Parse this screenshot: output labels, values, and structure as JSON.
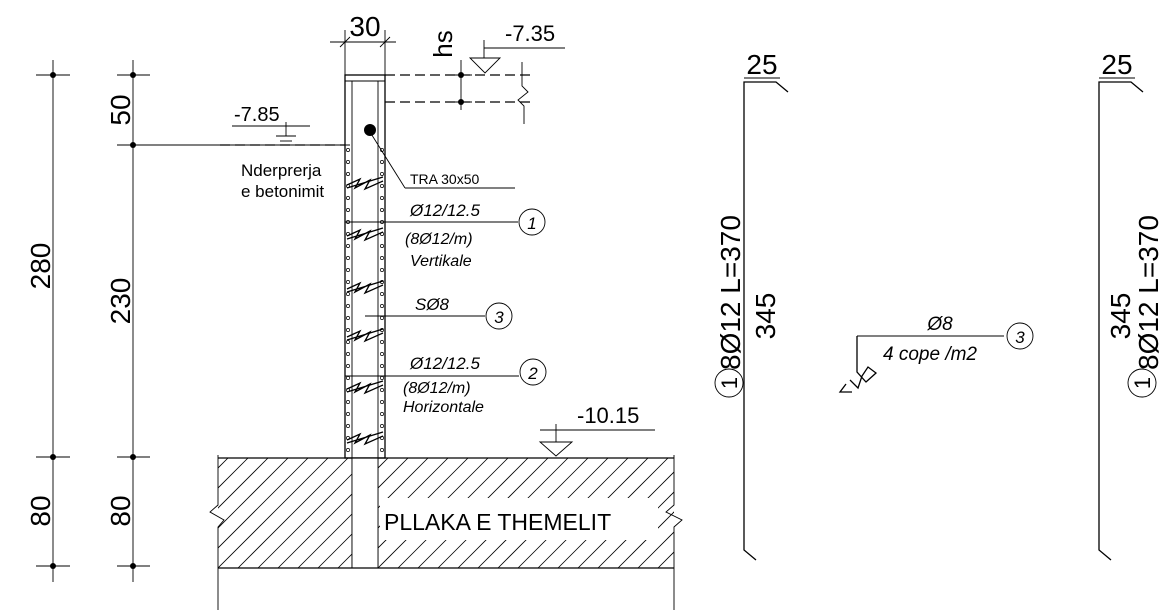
{
  "dims": {
    "outer_total": "280",
    "outer_bottom": "80",
    "inner_top": "50",
    "inner_mid": "230",
    "inner_bottom": "80",
    "wall_width": "30",
    "hs": "hs"
  },
  "levels": {
    "top": "-7.35",
    "mid": "-7.85",
    "bottom": "-10.15"
  },
  "notes": {
    "joint_line1": "Nderprerja",
    "joint_line2": "e betonimit",
    "beam": "TRA 30x50",
    "bar1_spec": "Ø12/12.5",
    "bar1_count": "(8Ø12/m)",
    "bar1_dir": "Vertikale",
    "bar1_num": "1",
    "tie_spec": "SØ8",
    "tie_num": "3",
    "bar2_spec": "Ø12/12.5",
    "bar2_count": "(8Ø12/m)",
    "bar2_dir": "Horizontale",
    "bar2_num": "2",
    "foundation": "PLLAKA  E THEMELIT"
  },
  "schedule": {
    "bar_a_top": "25",
    "bar_a_len": "345",
    "bar_a_label": "8Ø12 L=370",
    "bar_a_num": "1",
    "tie_dia": "Ø8",
    "tie_qty": "4 cope /m2",
    "tie_num": "3",
    "bar_b_top": "25",
    "bar_b_len": "345",
    "bar_b_label": "8Ø12 L=370",
    "bar_b_num": "1"
  }
}
